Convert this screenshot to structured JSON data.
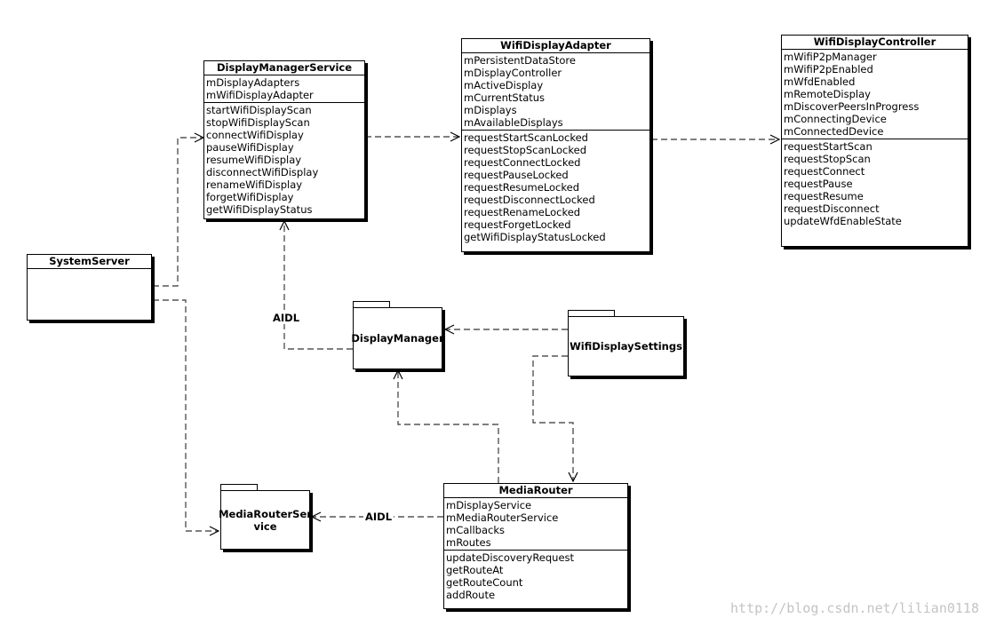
{
  "classes": {
    "system_server": {
      "title": "SystemServer",
      "attributes": [],
      "methods": []
    },
    "display_manager_service": {
      "title": "DisplayManagerService",
      "attributes": [
        "mDisplayAdapters",
        "mWifiDisplayAdapter"
      ],
      "methods": [
        "startWifiDisplayScan",
        "stopWifiDisplayScan",
        "connectWifiDisplay",
        "pauseWifiDisplay",
        "resumeWifiDisplay",
        "disconnectWifiDisplay",
        "renameWifiDisplay",
        "forgetWifiDisplay",
        "getWifiDisplayStatus"
      ]
    },
    "wifi_display_adapter": {
      "title": "WifiDisplayAdapter",
      "attributes": [
        "mPersistentDataStore",
        "mDisplayController",
        "mActiveDisplay",
        "mCurrentStatus",
        "mDisplays",
        "mAvailableDisplays"
      ],
      "methods": [
        "requestStartScanLocked",
        "requestStopScanLocked",
        "requestConnectLocked",
        "requestPauseLocked",
        "requestResumeLocked",
        "requestDisconnectLocked",
        "requestRenameLocked",
        "requestForgetLocked",
        "getWifiDisplayStatusLocked"
      ]
    },
    "wifi_display_controller": {
      "title": "WifiDisplayController",
      "attributes": [
        "mWifiP2pManager",
        "mWifiP2pEnabled",
        "mWfdEnabled",
        "mRemoteDisplay",
        "mDiscoverPeersInProgress",
        "mConnectingDevice",
        "mConnectedDevice"
      ],
      "methods": [
        "requestStartScan",
        "requestStopScan",
        "requestConnect",
        "requestPause",
        "requestResume",
        "requestDisconnect",
        "updateWfdEnableState"
      ]
    },
    "media_router": {
      "title": "MediaRouter",
      "attributes": [
        "mDisplayService",
        "mMediaRouterService",
        "mCallbacks",
        "mRoutes"
      ],
      "methods": [
        "updateDiscoveryRequest",
        "getRouteAt",
        "getRouteCount",
        "addRoute"
      ]
    }
  },
  "packages": {
    "display_manager": {
      "name": "DisplayManager"
    },
    "wifi_display_settings": {
      "name": "WifiDisplaySettings"
    },
    "media_router_service": {
      "line1": "MediaRouterSer",
      "line2": "vice"
    }
  },
  "connector_labels": {
    "aidl_display": "AIDL",
    "aidl_media": "AIDL"
  },
  "watermark": "http://blog.csdn.net/lilian0118"
}
